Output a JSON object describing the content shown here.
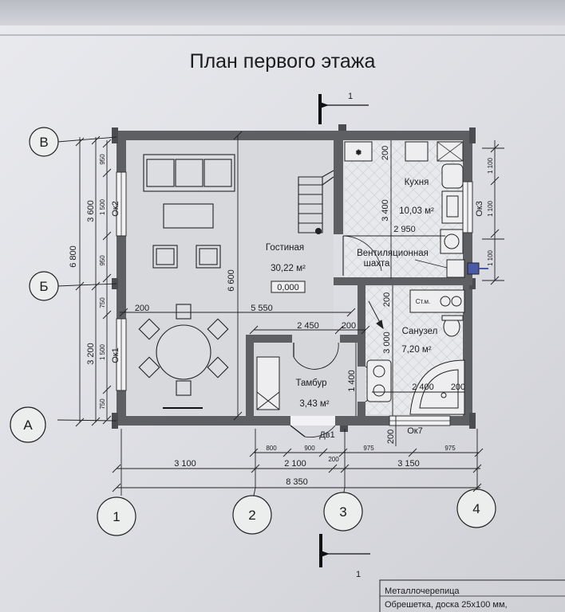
{
  "title": "План первого этажа",
  "section_marker": "1",
  "axes": {
    "v": "В",
    "b": "Б",
    "a": "А",
    "n1": "1",
    "n2": "2",
    "n3": "3",
    "n4": "4"
  },
  "rooms": {
    "living_name": "Гостиная",
    "living_area": "30,22 м²",
    "level_mark": "0,000",
    "kitchen_name": "Кухня",
    "kitchen_area": "10,03 м²",
    "vent_line1": "Вентиляционная",
    "vent_line2": "шахта",
    "bath_name": "Санузел",
    "bath_area": "7,20 м²",
    "vest_name": "Тамбур",
    "vest_area": "3,43 м²",
    "stove_label": "Ст.м."
  },
  "windows": {
    "ok1": "Ок1",
    "ok2": "Ок2",
    "ok3": "Ок3",
    "ok7": "Ок7",
    "door1": "Дв1"
  },
  "dims": {
    "left_total": "6 800",
    "left_upper": "3 600",
    "left_lower": "3 200",
    "inner_950a": "950",
    "inner_1500a": "1 500",
    "inner_950b": "950",
    "inner_750a": "750",
    "inner_1500b": "1 500",
    "inner_750b": "750",
    "mid_6600": "6 600",
    "w5550": "5 550",
    "w200a": "200",
    "w2450": "2 450",
    "w200b": "200",
    "k3400": "3 400",
    "k2950": "2 950",
    "k200": "200",
    "b200": "200",
    "b3000": "3 000",
    "b2400": "2 400",
    "b200r": "200",
    "v1400": "1 400",
    "r1100a": "1 100",
    "r1100b": "1 100",
    "r1100c": "1 100",
    "s200": "200",
    "bot200": "200",
    "b800": "800",
    "b900": "900",
    "b200s": "200",
    "b975a": "975",
    "b975b": "975",
    "b3100": "3 100",
    "b2100": "2 100",
    "b3150": "3 150",
    "b8350": "8 350"
  },
  "stamp": {
    "line1": "Металлочерепица",
    "line2": "Обрешетка, доска 25х100 мм,"
  }
}
